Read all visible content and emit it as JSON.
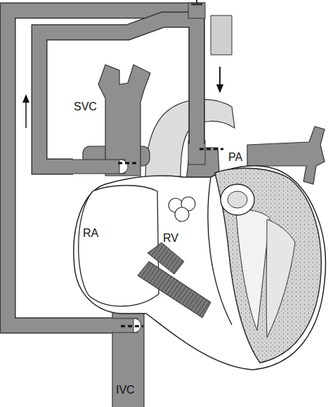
{
  "diagram": {
    "nodes": [
      {
        "text": [
          "SVC"
        ]
      },
      {
        "text": [
          "PA"
        ]
      },
      {
        "text": [
          "RA"
        ]
      },
      {
        "text": [
          "RV"
        ]
      },
      {
        "text": [
          "IVC"
        ]
      }
    ],
    "edges": [
      {
        "from": 4,
        "to": 1,
        "arrow": "to"
      },
      {
        "from": 0,
        "to": 1,
        "arrow": "to"
      }
    ]
  }
}
